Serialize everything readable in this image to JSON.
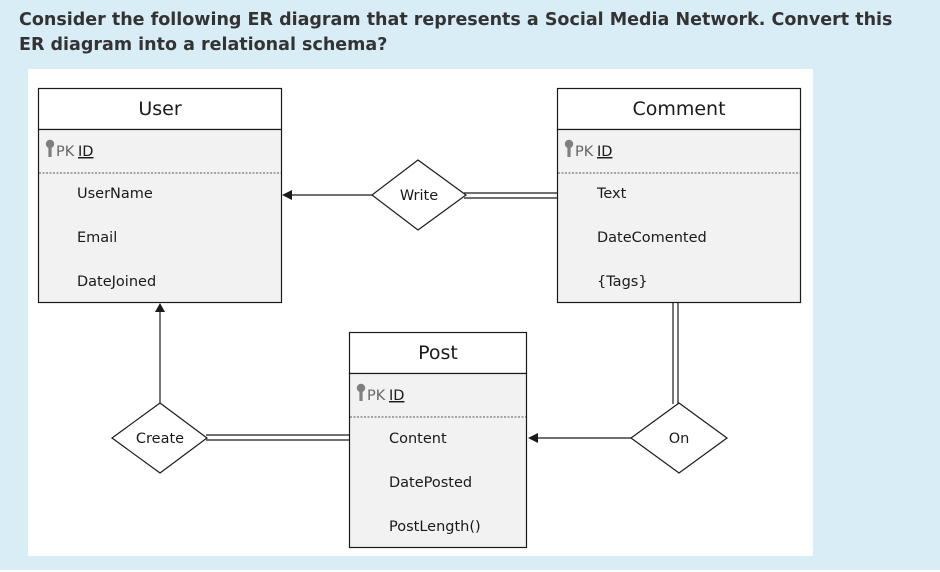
{
  "question": {
    "text": "Consider the following ER diagram that represents a Social Media Network. Convert this ER diagram into a relational schema?"
  },
  "diagram": {
    "entities": {
      "user": {
        "title": "User",
        "pk_tag": "PK",
        "pk_field": "ID",
        "attributes": [
          "UserName",
          "Email",
          "DateJoined"
        ]
      },
      "comment": {
        "title": "Comment",
        "pk_tag": "PK",
        "pk_field": "ID",
        "attributes": [
          "Text",
          "DateComented",
          "{Tags}"
        ]
      },
      "post": {
        "title": "Post",
        "pk_tag": "PK",
        "pk_field": "ID",
        "attributes": [
          "Content",
          "DatePosted",
          "PostLength()"
        ]
      }
    },
    "relationships": {
      "write": "Write",
      "create": "Create",
      "on": "On"
    },
    "colors": {
      "panel_background": "#d9edf7",
      "entity_fill": "#f2f2f2",
      "stroke": "#1a1a1a",
      "key_icon": "#7f7f7f"
    }
  }
}
